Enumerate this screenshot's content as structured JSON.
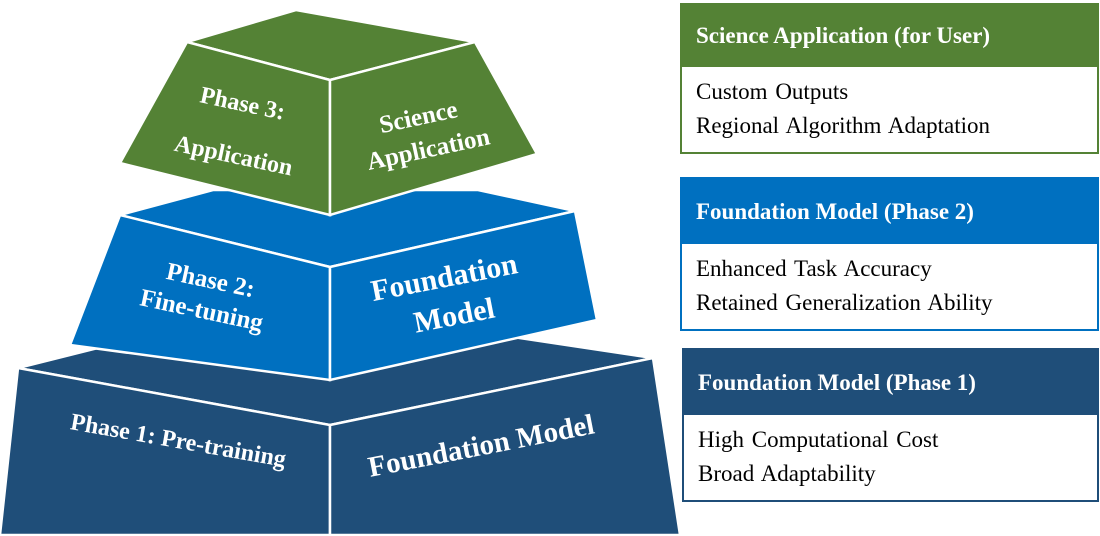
{
  "colors": {
    "phase3_front": "#548235",
    "phase3_top": "#548235",
    "phase2_front": "#0070c0",
    "phase2_top": "#0070c0",
    "phase1_front": "#1f4e79",
    "phase1_top": "#1f4e79",
    "edge": "#ffffff"
  },
  "pyramid": {
    "phase3": {
      "left_label_line1": "Phase 3:",
      "left_label_line2": "Application",
      "right_label_line1": "Science",
      "right_label_line2": "Application"
    },
    "phase2": {
      "left_label_line1": "Phase 2:",
      "left_label_line2": "Fine-tuning",
      "right_label_line1": "Foundation",
      "right_label_line2": "Model"
    },
    "phase1": {
      "left_label": "Phase 1: Pre-training",
      "right_label": "Foundation Model"
    }
  },
  "panels": {
    "phase3": {
      "header": "Science Application  (for User)",
      "lines": [
        "Custom  Outputs",
        "Regional  Algorithm  Adaptation"
      ]
    },
    "phase2": {
      "header": "Foundation Model (Phase 2)",
      "lines": [
        "Enhanced  Task  Accuracy",
        "Retained  Generalization  Ability"
      ]
    },
    "phase1": {
      "header": "Foundation Model (Phase 1)",
      "lines": [
        "High  Computational  Cost",
        "Broad  Adaptability"
      ]
    }
  }
}
